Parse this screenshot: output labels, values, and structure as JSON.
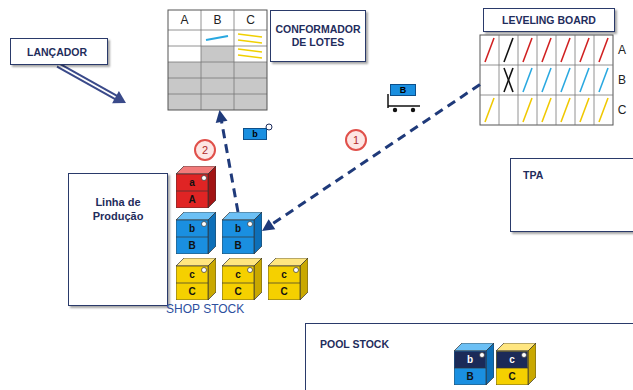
{
  "diagram": {
    "nodes": [
      {
        "text": [
          "A",
          "B",
          "C"
        ]
      },
      {
        "text": [
          "CONFORMADOR DE LOTES"
        ]
      },
      {
        "text": [
          "LEVELING BOARD"
        ]
      },
      {
        "text": [
          "A",
          "B",
          "C"
        ]
      },
      {
        "text": [
          "LANÇADOR"
        ]
      },
      {
        "text": [
          "B"
        ]
      },
      {
        "text": [
          "b"
        ]
      },
      {
        "text": [
          "TPA"
        ]
      },
      {
        "text": [
          "Linha de Produção"
        ]
      },
      {
        "text": [
          "a",
          "A"
        ]
      },
      {
        "text": [
          "b",
          "B"
        ]
      },
      {
        "text": [
          "b",
          "B"
        ]
      },
      {
        "text": [
          "c",
          "C"
        ]
      },
      {
        "text": [
          "c",
          "C"
        ]
      },
      {
        "text": [
          "c",
          "C"
        ]
      },
      {
        "text": [
          "POOL STOCK"
        ]
      },
      {
        "text": [
          "b",
          "B"
        ],
        "in": 15
      },
      {
        "text": [
          "c",
          "C"
        ],
        "in": 15
      }
    ],
    "edges": [
      {
        "from": 3,
        "to": 11,
        "arrow": "to"
      },
      {
        "from": 11,
        "to": 0,
        "arrow": "to"
      }
    ],
    "labels": [
      "1",
      "2",
      "SHOP STOCK"
    ]
  }
}
